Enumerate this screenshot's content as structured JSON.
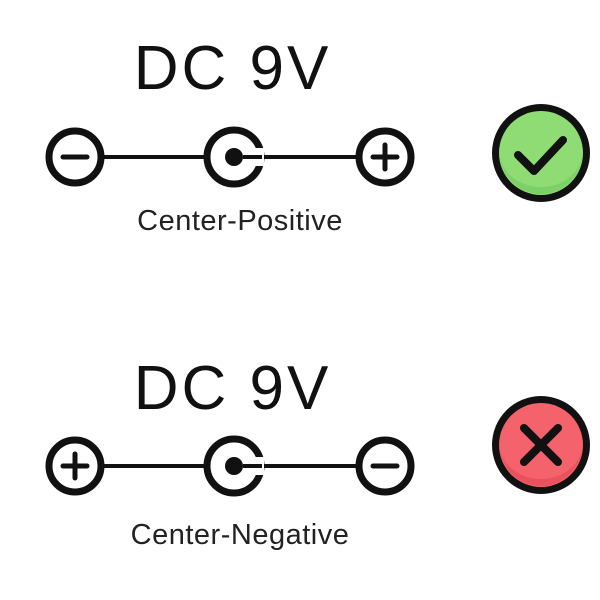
{
  "polarities": [
    {
      "voltage_label": "DC 9V",
      "caption": "Center-Positive",
      "left_terminal": "minus-icon",
      "right_terminal": "plus-icon",
      "verdict": "check-icon",
      "verdict_color": "#8fdc75"
    },
    {
      "voltage_label": "DC 9V",
      "caption": "Center-Negative",
      "left_terminal": "plus-icon",
      "right_terminal": "minus-icon",
      "verdict": "cross-icon",
      "verdict_color": "#f4626b"
    }
  ]
}
